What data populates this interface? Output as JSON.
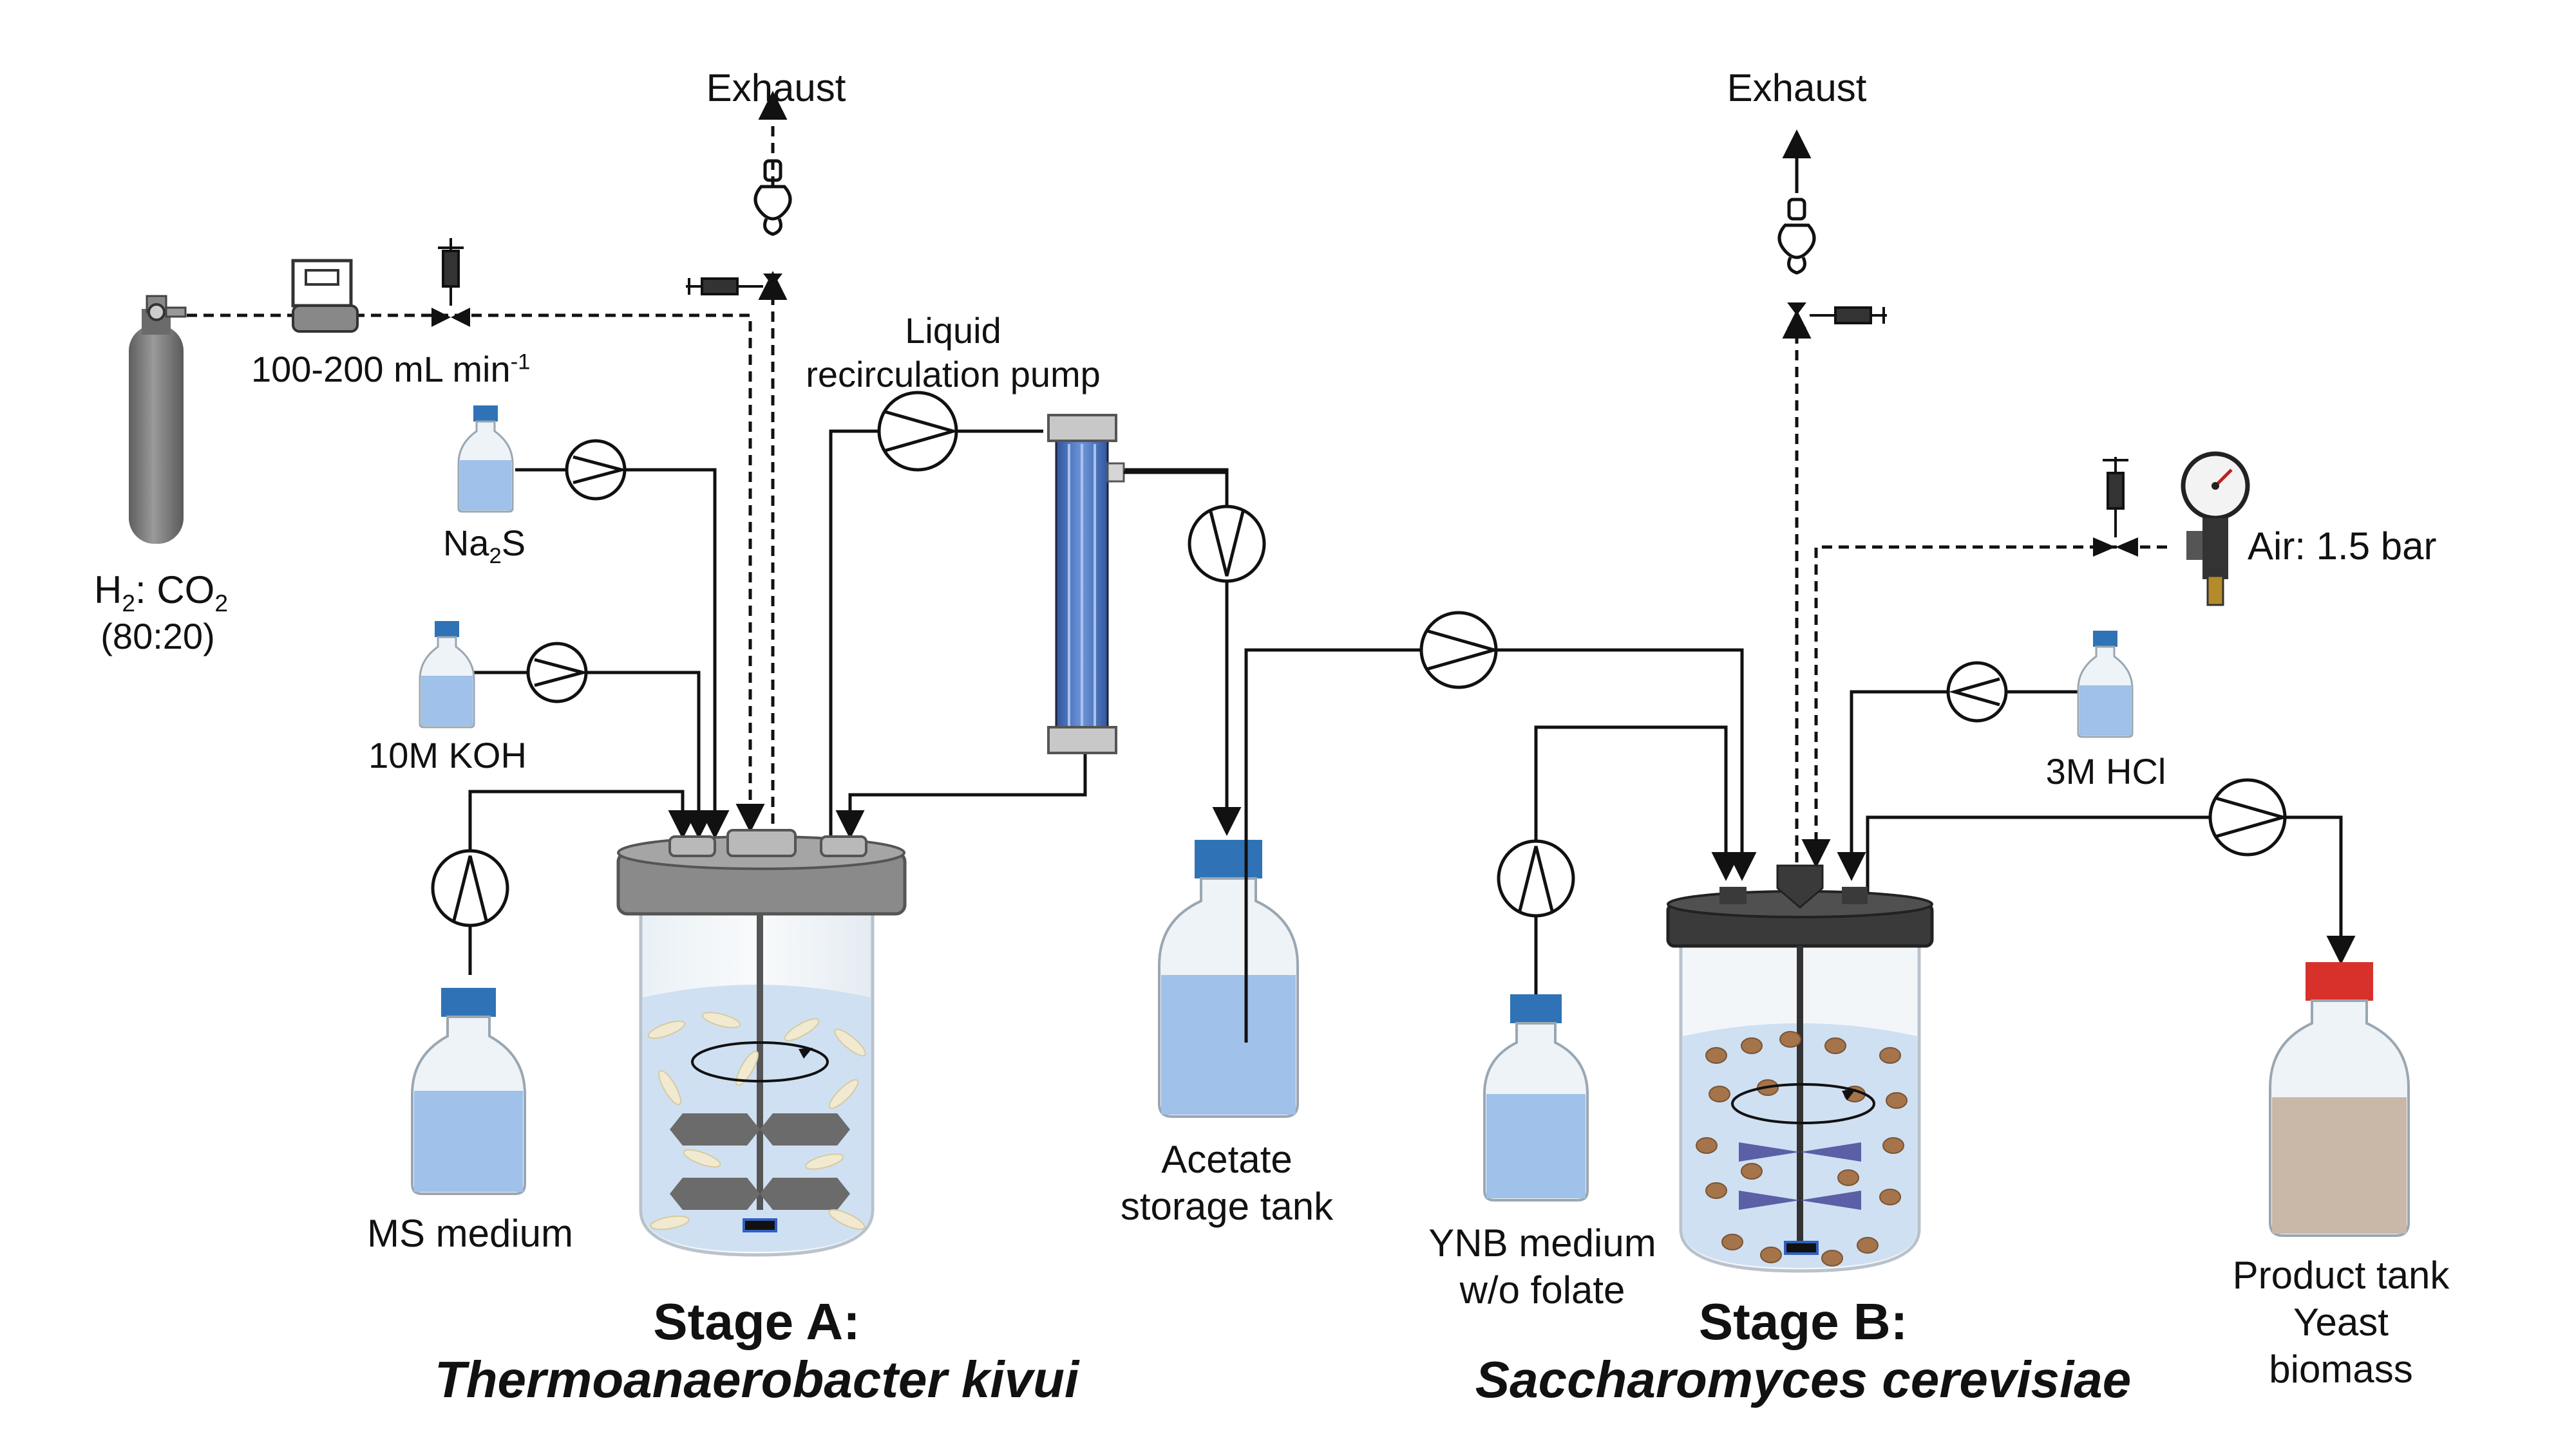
{
  "labels": {
    "exhaust_a": "Exhaust",
    "exhaust_b": "Exhaust",
    "gas_flow": "100-200 mL min",
    "gas_flow_sup": "-1",
    "gas_cylinder_pre": "H",
    "gas_cylinder_sub": "2",
    "gas_cylinder_post": ": CO",
    "gas_cylinder_sub2": "2",
    "gas_ratio": "(80:20)",
    "na2s_pre": "Na",
    "na2s_sub": "2",
    "na2s_post": "S",
    "koh": "10M KOH",
    "ms_medium": "MS medium",
    "pump_line1": "Liquid",
    "pump_line2": "recirculation pump",
    "acetate_line1": "Acetate",
    "acetate_line2": "storage tank",
    "air": "Air: 1.5 bar",
    "hcl": "3M HCl",
    "ynb_line1": "YNB medium",
    "ynb_line2": "w/o folate",
    "product_line1": "Product tank",
    "product_line2": "Yeast",
    "product_line3": "biomass"
  },
  "stages": {
    "a_title": "Stage A:",
    "a_organism": "Thermoanaerobacter kivui",
    "b_title": "Stage B:",
    "b_organism": "Saccharomyces cerevisiae"
  },
  "colors": {
    "line": "#111111",
    "medium_blue": "#9fc1ea",
    "bottle_cap_blue": "#2f73b6",
    "product_cap_red": "#d8312c",
    "product_liquid": "#c9b7a8",
    "reactor_a_lid": "#8a8a8a",
    "reactor_b_lid": "#3a3a3a",
    "cylinder_gray": "#7a7a7a",
    "filter_blue": "#3d6fc2",
    "impeller_b": "#5b5fa6",
    "yeast_brown": "#a5744a"
  },
  "icons": [
    "gas-cylinder-icon",
    "mass-flow-controller-icon",
    "syringe-icon",
    "valve-icon",
    "peristaltic-pump-icon",
    "airlock-icon",
    "pressure-gauge-icon",
    "bottle-icon",
    "bioreactor-icon",
    "membrane-filter-icon"
  ]
}
